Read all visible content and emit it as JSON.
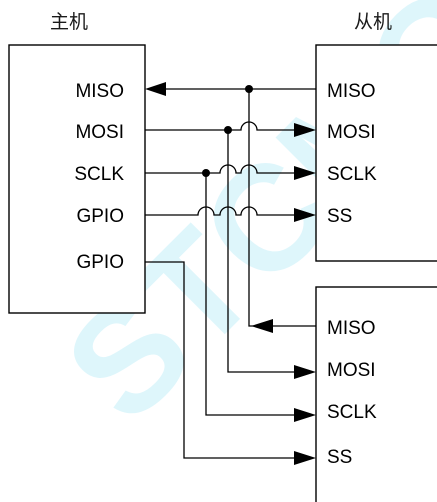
{
  "master": {
    "title": "主机",
    "pins": [
      "MISO",
      "MOSI",
      "SCLK",
      "GPIO",
      "GPIO"
    ]
  },
  "slave1": {
    "title": "从机",
    "pins": [
      "MISO",
      "MOSI",
      "SCLK",
      "SS"
    ]
  },
  "slave2": {
    "pins": [
      "MISO",
      "MOSI",
      "SCLK",
      "SS"
    ]
  },
  "watermark": {
    "text": "STCMCU",
    "color": "#6fd7ef"
  },
  "colors": {
    "line": "#000000",
    "background": "#ffffff"
  }
}
